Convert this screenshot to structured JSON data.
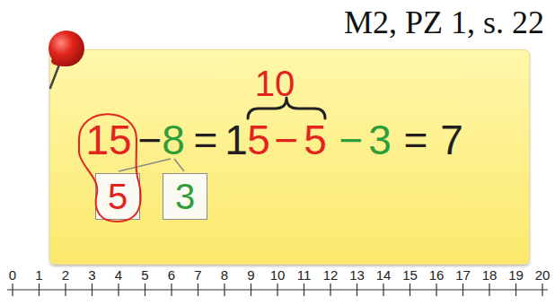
{
  "diagram": {
    "title": "M2, PZ 1, s. 22",
    "nodes": [
      {
        "text": [
          "10",
          "15",
          "−",
          "8",
          "=",
          "1",
          "5",
          "−",
          "5",
          "−",
          "3",
          "=",
          "7"
        ]
      },
      {
        "text": [
          "5"
        ],
        "in": 0
      },
      {
        "text": [
          "3"
        ],
        "in": 0
      }
    ],
    "labels": [
      "0",
      "1",
      "2",
      "3",
      "4",
      "5",
      "6",
      "7",
      "8",
      "9",
      "10",
      "11",
      "12",
      "13",
      "14",
      "15",
      "16",
      "17",
      "18",
      "19",
      "20"
    ]
  }
}
